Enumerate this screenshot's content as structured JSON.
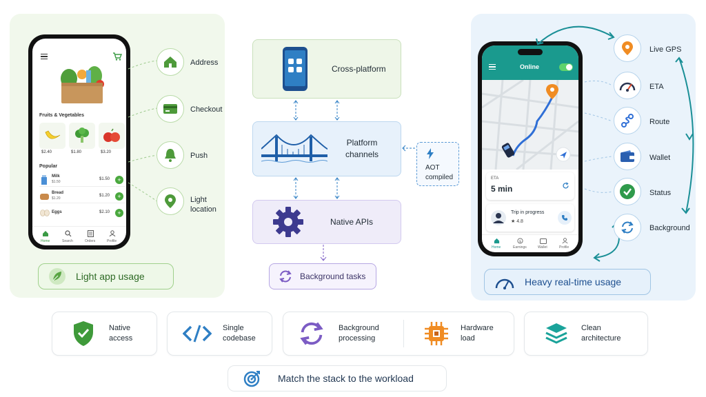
{
  "left": {
    "grocery_phone": {
      "section_title": "Fruits & Vegetables",
      "prices": [
        "$2.40",
        "$1.80",
        "$3.20"
      ],
      "popular_title": "Popular",
      "items": [
        {
          "name": "Milk",
          "sub": "$1.50",
          "price": "$1.50"
        },
        {
          "name": "Bread",
          "sub": "$1.20",
          "price": "$1.20"
        },
        {
          "name": "Eggs",
          "sub": "",
          "price": "$2.10"
        }
      ],
      "nav": [
        "Home",
        "Search",
        "Orders",
        "Profile"
      ]
    },
    "features": [
      "Address",
      "Checkout",
      "Push",
      "Light\nlocation"
    ],
    "badge": "Light app usage"
  },
  "center": {
    "cross_platform": "Cross-platform",
    "platform_channels": "Platform\nchannels",
    "native_apis": "Native APIs",
    "aot": "AOT\ncompiled",
    "background_tasks": "Background tasks"
  },
  "right": {
    "driver_phone": {
      "status": "Online",
      "eta_label": "ETA",
      "eta_value": "5 min",
      "trip_label": "Trip in progress",
      "rating": "★ 4.8",
      "nav": [
        "Home",
        "Earnings",
        "Wallet",
        "Profile"
      ]
    },
    "features": [
      "Live GPS",
      "ETA",
      "Route",
      "Wallet",
      "Status",
      "Background"
    ],
    "badge": "Heavy real-time usage"
  },
  "bottom": {
    "cards": [
      "Native\naccess",
      "Single\ncodebase",
      "Background\nprocessing",
      "Hardware\nload",
      "Clean\narchitecture"
    ],
    "footer": "Match the stack to the workload"
  },
  "colors": {
    "green": "#5aa544",
    "blue": "#2f7fc4",
    "purple": "#7c5cc4",
    "orange": "#f08c23",
    "teal": "#1aa39a"
  }
}
